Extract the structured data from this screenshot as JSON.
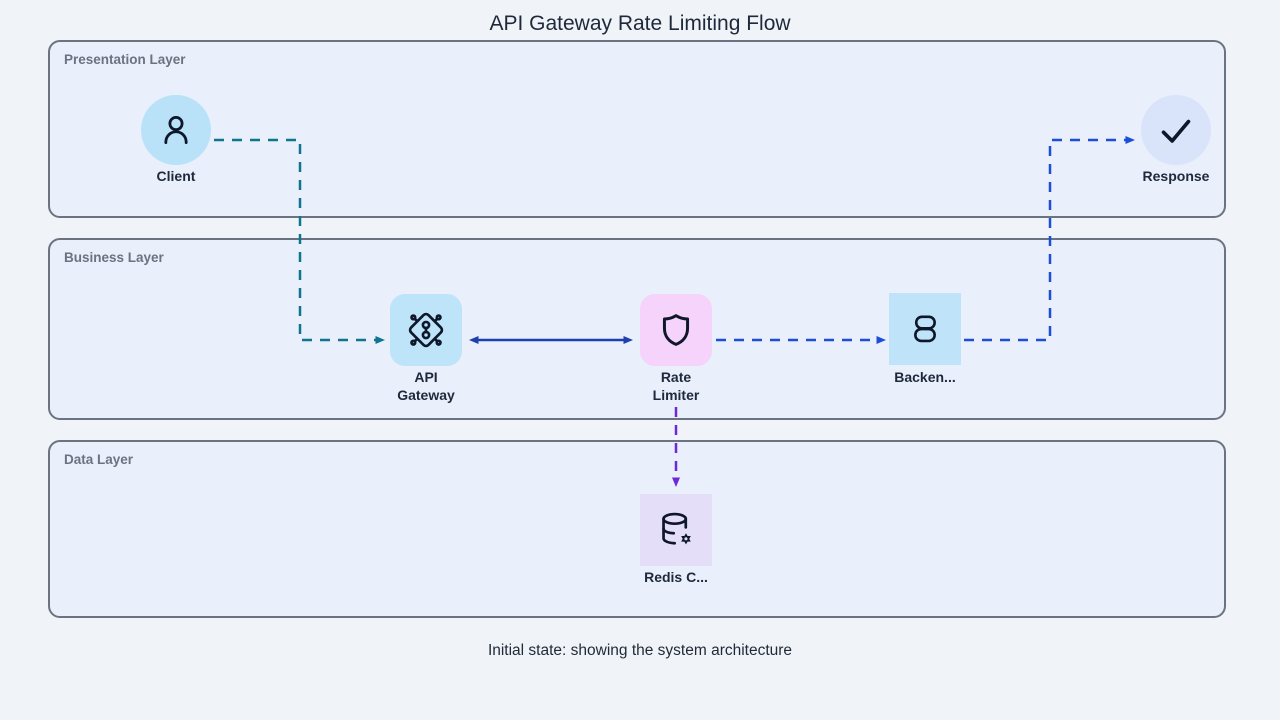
{
  "title": "API Gateway Rate Limiting Flow",
  "caption": "Initial state: showing the system architecture",
  "colors": {
    "canvas_bg": "#f0f4f8",
    "layer_fill": "#e9effb",
    "layer_border": "#6b7280"
  },
  "layers": {
    "presentation": {
      "label": "Presentation Layer"
    },
    "business": {
      "label": "Business Layer"
    },
    "data": {
      "label": "Data Layer"
    }
  },
  "nodes": {
    "client": {
      "label": "Client",
      "icon": "user-icon",
      "shape": "circle",
      "fill": "#b9e2f9"
    },
    "response": {
      "label": "Response",
      "icon": "checkmark-icon",
      "shape": "circle",
      "fill": "#d9e4fb"
    },
    "api_gateway": {
      "label": "API\nGateway",
      "icon": "api-gateway-icon",
      "shape": "rounded-square",
      "fill": "#bde4f9"
    },
    "rate_limiter": {
      "label": "Rate\nLimiter",
      "icon": "shield-icon",
      "shape": "rounded-square",
      "fill": "#f5d3fa"
    },
    "backend": {
      "label": "Backen...",
      "icon": "server-stack-icon",
      "shape": "square",
      "fill": "#bfe3f8"
    },
    "redis": {
      "label": "Redis C...",
      "icon": "database-gear-icon",
      "shape": "square",
      "fill": "#e4def8"
    }
  },
  "edges": {
    "client_to_gateway": {
      "from": "Client",
      "to": "API Gateway",
      "style": "dashed",
      "color": "#0e7490"
    },
    "gateway_rate_limiter": {
      "from": "API Gateway",
      "to": "Rate Limiter",
      "style": "solid",
      "bidirectional": true,
      "color": "#1e40af"
    },
    "rate_limiter_to_backend": {
      "from": "Rate Limiter",
      "to": "Backend",
      "style": "dashed",
      "color": "#1d4ed8"
    },
    "backend_to_response": {
      "from": "Backend",
      "to": "Response",
      "style": "dashed",
      "color": "#1d4ed8"
    },
    "rate_limiter_to_redis": {
      "from": "Rate Limiter",
      "to": "Redis Cache",
      "style": "dashed",
      "color": "#6d28d9"
    }
  }
}
